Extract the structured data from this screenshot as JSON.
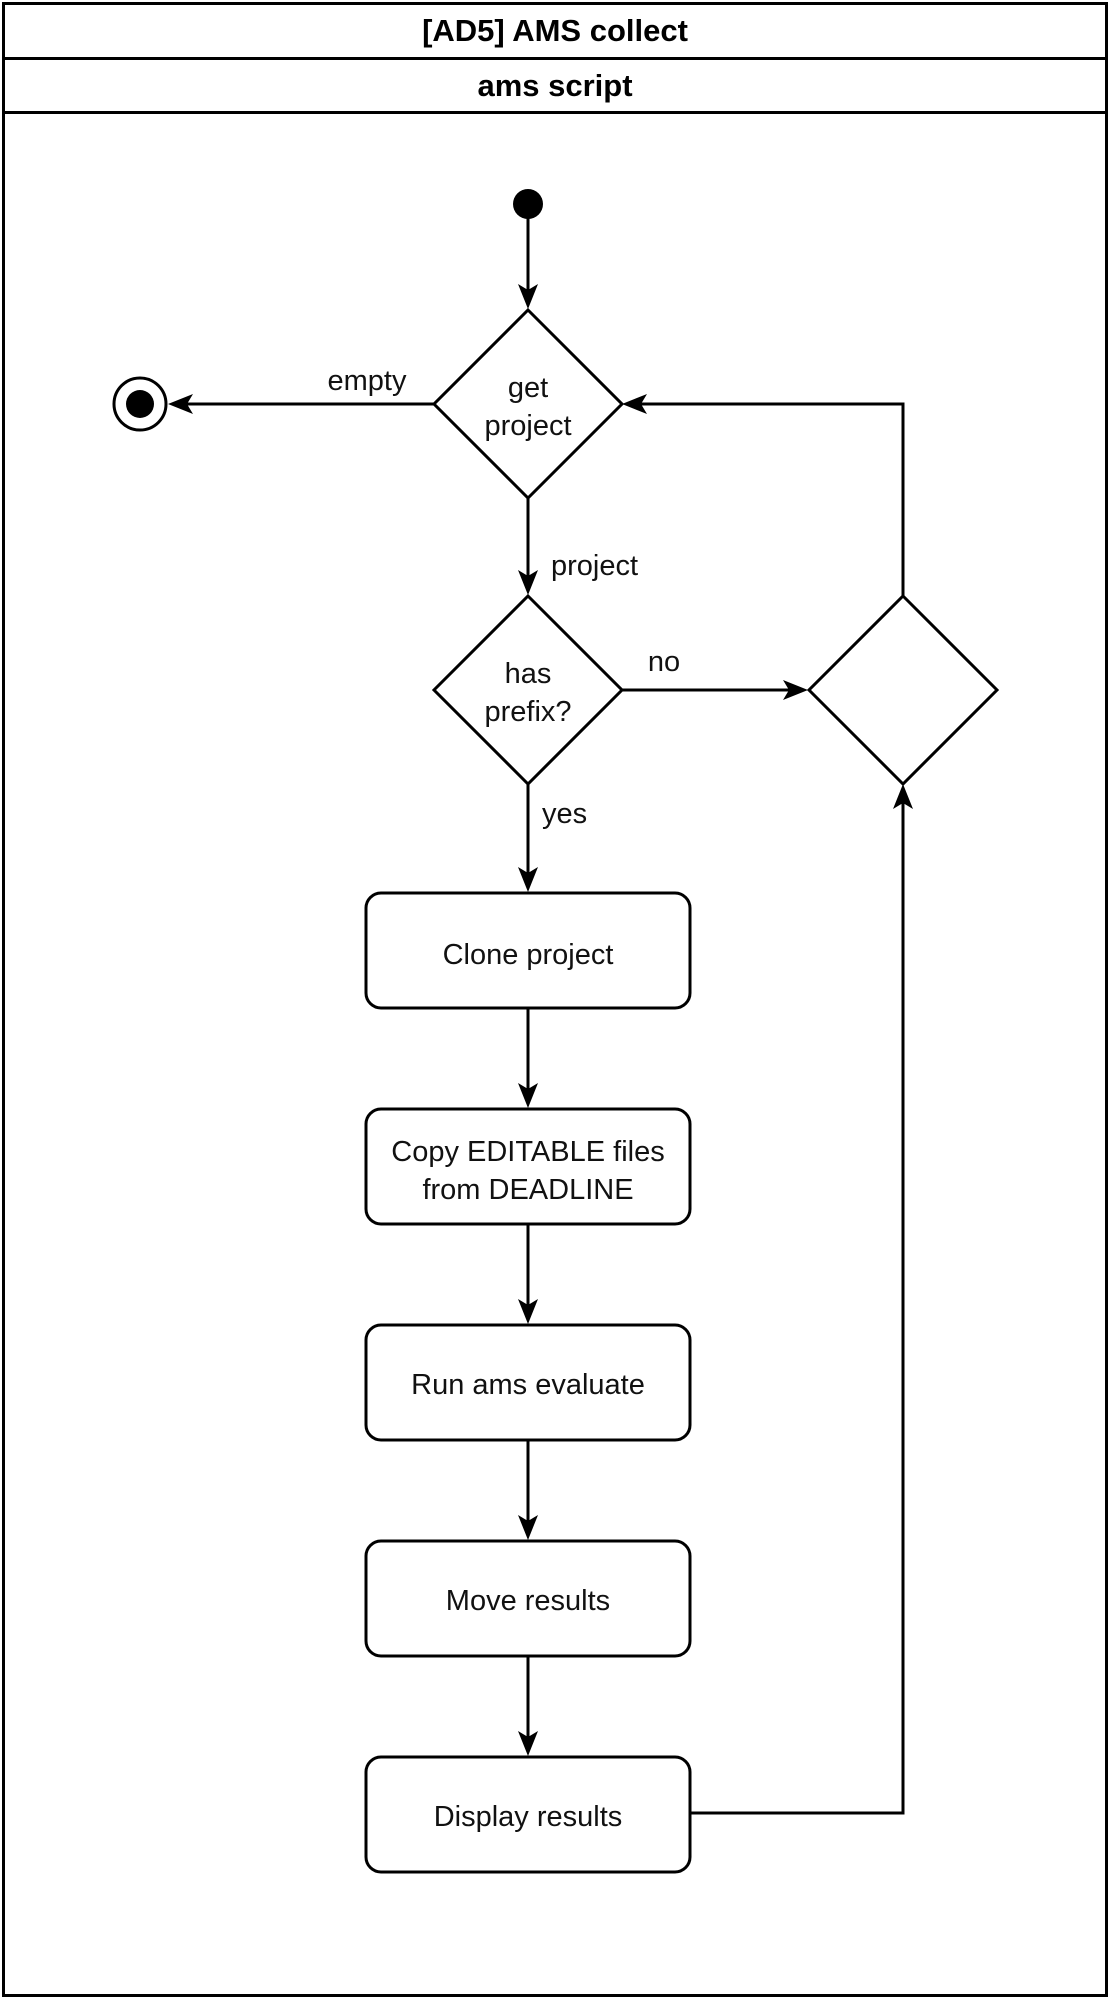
{
  "diagram": {
    "title": "[AD5] AMS collect",
    "swimlane": "ams script",
    "decisions": {
      "get_project": [
        "get",
        "project"
      ],
      "has_prefix": [
        "has",
        "prefix?"
      ],
      "merge": ""
    },
    "actions": {
      "clone_project": [
        "Clone project"
      ],
      "copy_editable": [
        "Copy EDITABLE files",
        "from DEADLINE"
      ],
      "run_evaluate": [
        "Run ams evaluate"
      ],
      "move_results": [
        "Move results"
      ],
      "display_results": [
        "Display results"
      ]
    },
    "edge_labels": {
      "empty": "empty",
      "project": "project",
      "no": "no",
      "yes": "yes"
    },
    "nodes": [
      {
        "id": "start",
        "kind": "initial-node"
      },
      {
        "id": "get_project",
        "kind": "decision"
      },
      {
        "id": "end",
        "kind": "final-node"
      },
      {
        "id": "has_prefix",
        "kind": "decision"
      },
      {
        "id": "merge",
        "kind": "merge"
      },
      {
        "id": "clone_project",
        "kind": "action"
      },
      {
        "id": "copy_editable",
        "kind": "action"
      },
      {
        "id": "run_evaluate",
        "kind": "action"
      },
      {
        "id": "move_results",
        "kind": "action"
      },
      {
        "id": "display_results",
        "kind": "action"
      }
    ],
    "edges": [
      {
        "from": "start",
        "to": "get_project",
        "label": ""
      },
      {
        "from": "get_project",
        "to": "end",
        "label": "empty"
      },
      {
        "from": "get_project",
        "to": "has_prefix",
        "label": "project"
      },
      {
        "from": "has_prefix",
        "to": "merge",
        "label": "no"
      },
      {
        "from": "has_prefix",
        "to": "clone_project",
        "label": "yes"
      },
      {
        "from": "clone_project",
        "to": "copy_editable",
        "label": ""
      },
      {
        "from": "copy_editable",
        "to": "run_evaluate",
        "label": ""
      },
      {
        "from": "run_evaluate",
        "to": "move_results",
        "label": ""
      },
      {
        "from": "move_results",
        "to": "display_results",
        "label": ""
      },
      {
        "from": "display_results",
        "to": "merge",
        "label": ""
      },
      {
        "from": "merge",
        "to": "get_project",
        "label": ""
      }
    ]
  }
}
